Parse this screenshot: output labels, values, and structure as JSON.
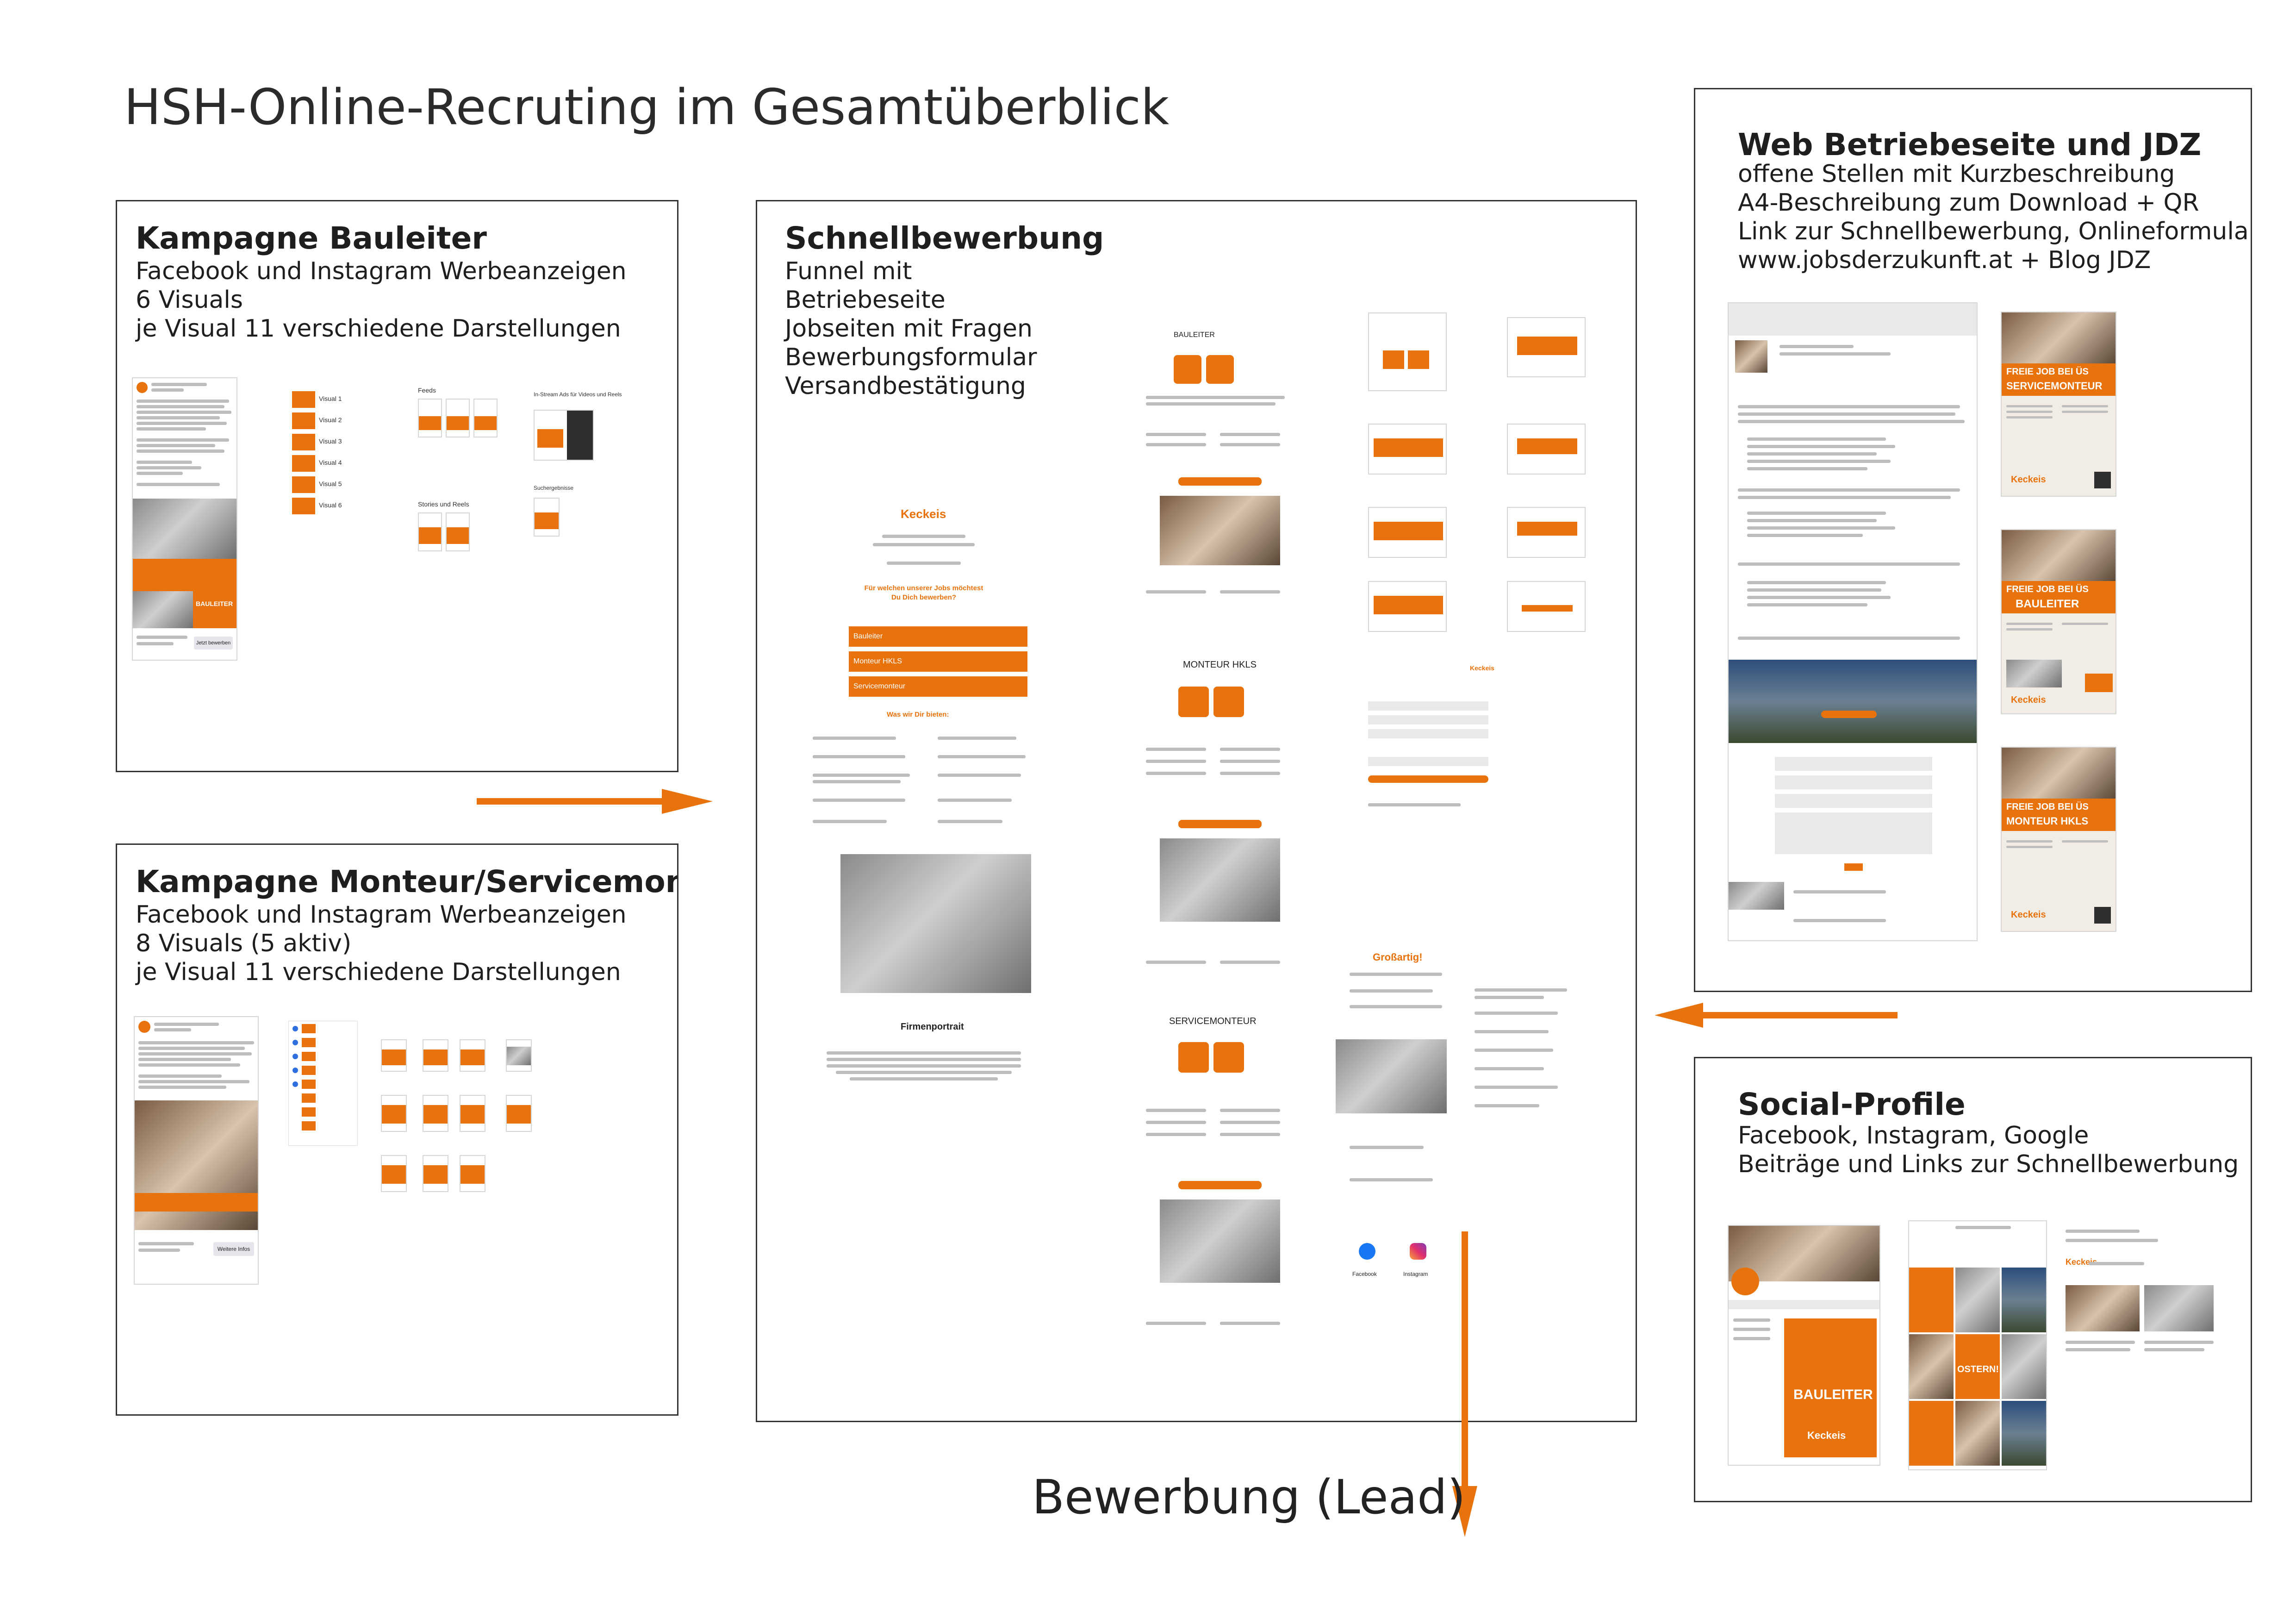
{
  "title": "HSH-Online-Recruting im Gesamtüberblick",
  "lead": "Bewerbung (Lead)",
  "colors": {
    "accent": "#e8720c",
    "border": "#333333",
    "text": "#1e1e1e"
  },
  "boxes": {
    "bauleiter": {
      "title": "Kampagne Bauleiter",
      "lines": [
        "Facebook und Instagram Werbeanzeigen",
        "6 Visuals",
        "je Visual 11 verschiedene Darstellungen"
      ]
    },
    "monteur": {
      "title": "Kampagne Monteur/Servicemonteur",
      "lines": [
        "Facebook und Instagram Werbeanzeigen",
        "8 Visuals (5 aktiv)",
        "je Visual 11 verschiedene Darstellungen"
      ]
    },
    "schnell": {
      "title": "Schnellbewerbung",
      "lines": [
        "Funnel mit",
        "Betriebeseite",
        "Jobseiten mit Fragen",
        "Bewerbungsformular",
        "Versandbestätigung"
      ]
    },
    "web": {
      "title": "Web Betriebeseite und JDZ",
      "lines": [
        "offene Stellen mit Kurzbeschreibung",
        "A4-Beschreibung zum Download + QR",
        "Link zur Schnellbewerbung, Onlineformular",
        "www.jobsderzukunft.at + Blog JDZ"
      ]
    },
    "social": {
      "title": "Social-Profile",
      "lines": [
        "Facebook, Instagram, Google",
        "Beiträge und Links zur Schnellbewerbung"
      ]
    }
  },
  "mockups": {
    "brand": "Keckeis",
    "ad_panels": {
      "feeds": "Feeds",
      "stories": "Stories und Reels",
      "instream": "In-Stream Ads für Videos und Reels",
      "search": "Suchergebnisse"
    },
    "visual_list_bau": [
      "Visual 1",
      "Visual 2",
      "Visual 3",
      "Visual 4",
      "Visual 5",
      "Visual 6"
    ],
    "ad_cta": "Jetzt bewerben",
    "ad_more": "Weitere Infos",
    "poster_line1": "FREIE JOB BEI ÜS",
    "posters": [
      "BAULEITER",
      "MONTEUR HKLS",
      "SERVICEMONTEUR"
    ],
    "funnel": {
      "question": "Für welchen unserer Jobs möchtest Du Dich bewerben?",
      "options": [
        "Bauleiter",
        "Monteur HKLS",
        "Servicemonteur"
      ],
      "benefits": "Was wir Dir bieten:",
      "portrait": "Firmenportrait",
      "job1": "BAULEITER",
      "job2": "MONTEUR HKLS",
      "job3": "SERVICEMONTEUR",
      "thanks": "Großartig!",
      "follow_fb": "Facebook",
      "follow_ig": "Instagram"
    },
    "social_poster": "BAULEITER",
    "social_easter": "OSTERN!"
  }
}
